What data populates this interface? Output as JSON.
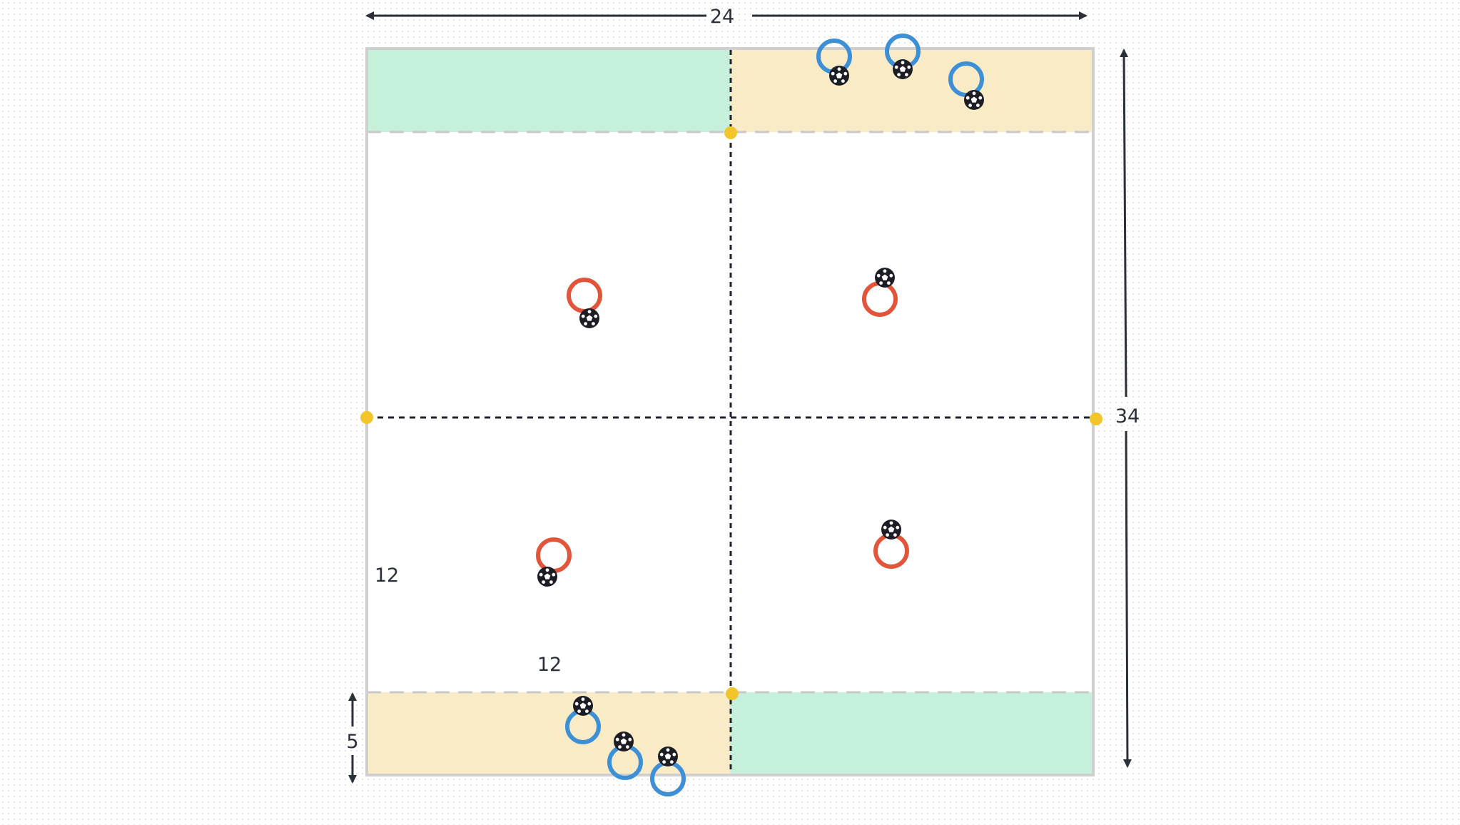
{
  "dimensions": {
    "width_label": "24",
    "height_label": "34",
    "zone_depth_label": "5",
    "square_width_label": "12",
    "square_height_label": "12"
  },
  "colors": {
    "zone_green": "#c5f0dc",
    "zone_yellow": "#f8ebc5",
    "pitch_border": "#cfcfcf",
    "center_line": "#1f2330",
    "cone_yellow": "#f2c52a",
    "attacker_blue": "#3d8fd6",
    "defender_red": "#e2553a",
    "ball": "#1d1d26",
    "dimension_arrow": "#2b2f3a"
  },
  "icons": {
    "attacker": "blue-ring-icon",
    "defender": "red-ring-icon",
    "ball": "soccer-ball-icon",
    "cone": "yellow-cone-icon"
  }
}
